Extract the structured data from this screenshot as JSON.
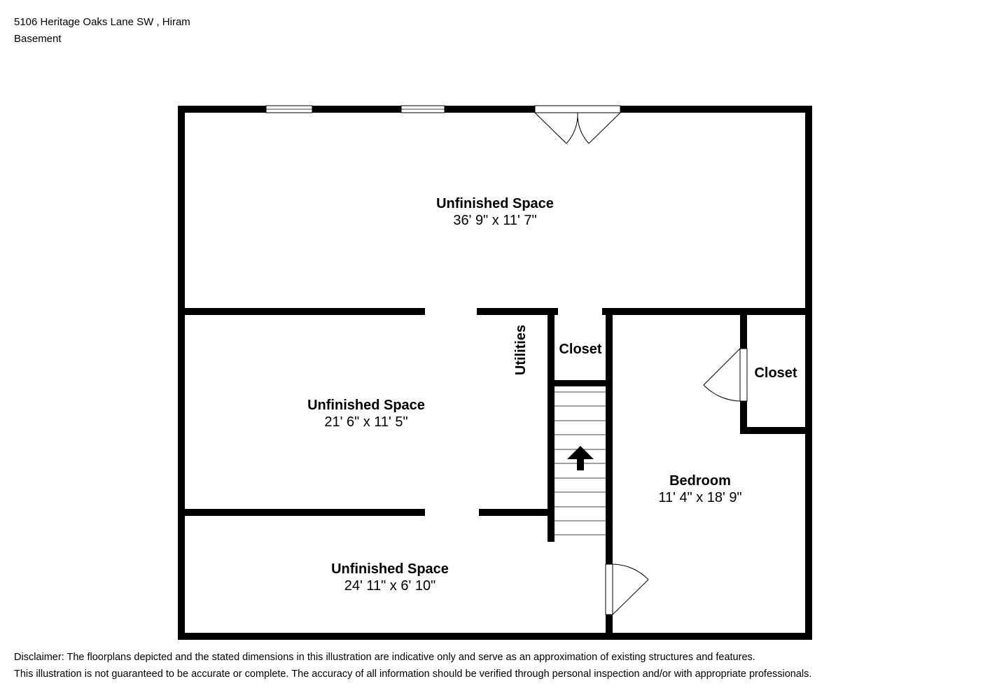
{
  "header": {
    "address": "5106 Heritage Oaks Lane SW , Hiram",
    "level": "Basement"
  },
  "rooms": [
    {
      "name": "Unfinished Space",
      "dims": "36' 9\" x 11' 7\""
    },
    {
      "name": "Unfinished Space",
      "dims": "21' 6\" x 11' 5\""
    },
    {
      "name": "Unfinished Space",
      "dims": "24' 11\" x 6' 10\""
    },
    {
      "name": "Bedroom",
      "dims": "11' 4\" x 18' 9\""
    }
  ],
  "labels": {
    "utilities": "Utilities",
    "closet_center": "Closet",
    "closet_bedroom": "Closet"
  },
  "disclaimer": {
    "line1": "Disclaimer: The floorplans depicted and the stated dimensions in this illustration are indicative only and serve as an approximation of existing structures and features.",
    "line2": "This illustration is not guaranteed to be accurate or complete. The accuracy of all information should be verified through personal inspection and/or with appropriate professionals."
  },
  "colors": {
    "wall": "#000000",
    "background": "#ffffff"
  },
  "icons": {
    "stairs_direction": "up-arrow-icon"
  }
}
